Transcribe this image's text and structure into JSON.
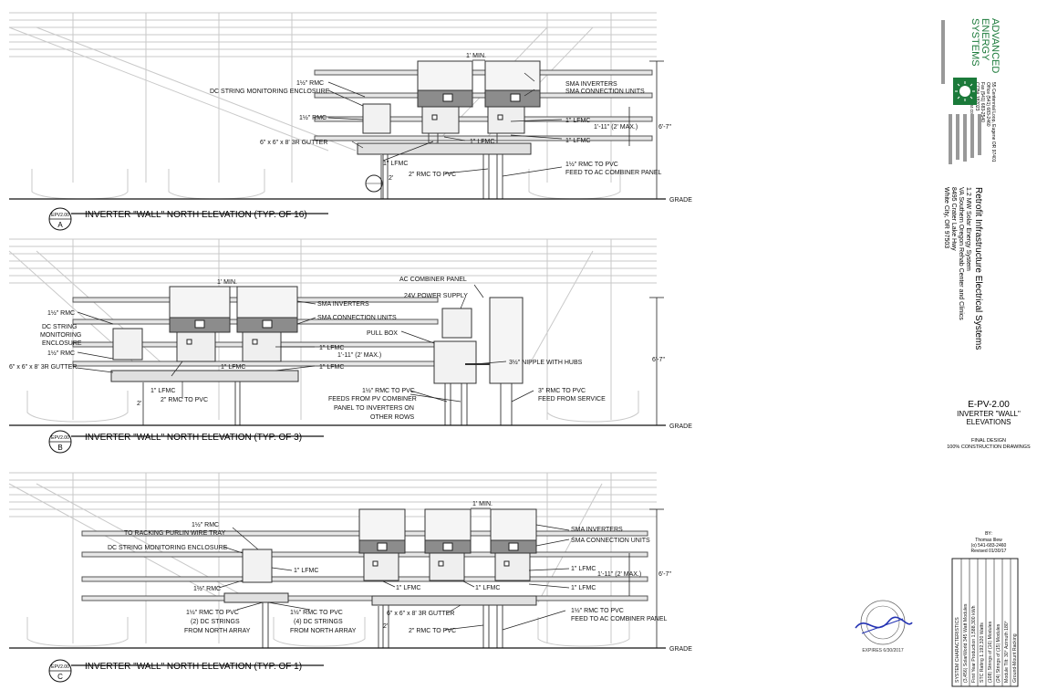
{
  "sheet": {
    "elevation_a": {
      "title": "INVERTER \"WALL\" NORTH ELEVATION (TYP. OF 16)",
      "sheet_ref": "EPV2.00",
      "letter": "A",
      "labels": {
        "min_clear": "1' MIN.",
        "rmc_top": "1½\" RMC",
        "dc_enclosure": "DC STRING MONITORING ENCLOSURE",
        "rmc_mid": "1½\" RMC",
        "gutter": "6\" x 6\" x 8' 3R GUTTER",
        "lfmc_low": "1\" LFMC",
        "rmc_pvc_2in": "2\" RMC TO PVC",
        "sma_inverters": "SMA INVERTERS",
        "sma_units": "SMA CONNECTION UNITS",
        "lfmc_r1": "1\" LFMC",
        "lfmc_r2": "1\" LFMC",
        "lfmc_mid": "1\" LFMC",
        "rmc_pvc_r": "1½\" RMC TO PVC",
        "feed_ac": "FEED TO AC COMBINER PANEL",
        "dim_max": "1'-11\" (2' MAX.)",
        "dim_height": "6'-7\"",
        "dim_2ft": "2'",
        "grade": "GRADE"
      }
    },
    "elevation_b": {
      "title": "INVERTER \"WALL\" NORTH ELEVATION (TYP. OF 3)",
      "sheet_ref": "EPV2.00",
      "letter": "B",
      "labels": {
        "min_clear": "1' MIN.",
        "rmc_top": "1½\" RMC",
        "dc_enclosure_1": "DC STRING",
        "dc_enclosure_2": "MONITORING",
        "dc_enclosure_3": "ENCLOSURE",
        "rmc_mid": "1½\" RMC",
        "gutter": "6\" x 6\" x 8' 3R GUTTER",
        "lfmc_low": "1\" LFMC",
        "rmc_pvc_2in": "2\" RMC TO PVC",
        "sma_inverters": "SMA INVERTERS",
        "sma_units": "SMA CONNECTION UNITS",
        "pull_box": "PULL BOX",
        "lfmc_r1": "1\" LFMC",
        "dim_max": "1'-11\" (2' MAX.)",
        "lfmc_r2": "1\" LFMC",
        "ac_panel": "AC COMBINER PANEL",
        "power_supply": "24V POWER SUPPLY",
        "nipple": "3½\" NIPPLE WITH HUBS",
        "rmc_pvc_mid": "1½\" RMC TO PVC",
        "feeds_1": "FEEDS FROM PV COMBINER",
        "feeds_2": "PANEL TO INVERTERS ON",
        "feeds_3": "OTHER ROWS",
        "rmc_3in": "3\" RMC TO PVC",
        "feed_service": "FEED FROM SERVICE",
        "dim_height": "6'-7\"",
        "dim_2ft": "2'",
        "grade": "GRADE"
      }
    },
    "elevation_c": {
      "title": "INVERTER \"WALL\" NORTH ELEVATION (TYP. OF 1)",
      "sheet_ref": "EPV2.00",
      "letter": "C",
      "labels": {
        "min_clear": "1' MIN.",
        "rmc_top_1": "1½\" RMC",
        "rmc_top_2": "TO RACKING PURLIN WIRE TRAY",
        "dc_enclosure": "DC STRING MONITORING ENCLOSURE",
        "lfmc_left": "1\" LFMC",
        "rmc_mid": "1½\" RMC",
        "lfmc_mid1": "1\" LFMC",
        "lfmc_mid2": "1\" LFMC",
        "sma_inverters": "SMA INVERTERS",
        "sma_units": "SMA CONNECTION UNITS",
        "lfmc_r1": "1\" LFMC",
        "lfmc_r2": "1\" LFMC",
        "dim_max": "1'-11\" (2' MAX.)",
        "dim_height": "6'-7\"",
        "gutter": "6\" x 6\" x 8' 3R GUTTER",
        "rmc_pvc_l1": "1½\" RMC TO PVC",
        "rmc_pvc_l2": "(2) DC STRINGS",
        "rmc_pvc_l3": "FROM NORTH ARRAY",
        "rmc_pvc_m1": "1½\" RMC TO PVC",
        "rmc_pvc_m2": "(4) DC STRINGS",
        "rmc_pvc_m3": "FROM NORTH ARRAY",
        "rmc_pvc_r": "1½\" RMC TO PVC",
        "feed_ac": "FEED TO AC COMBINER PANEL",
        "rmc_pvc_2in": "2\" RMC TO PVC",
        "dim_2ft": "2'",
        "grade": "GRADE"
      }
    }
  },
  "title_block": {
    "company_line1": "ADVANCED",
    "company_line2": "ENERGY",
    "company_line3": "SYSTEMS",
    "address_1": "55 Centennial Loop, Eugene OR 97401",
    "address_2": "Office (541) 683-2460",
    "address_3": "Fax (541) 683-2540",
    "address_4": "CCB# 182023",
    "address_5": "www.aesolar.com",
    "project_title": "Retrofit Infrastructure Electrical Systems",
    "project_1": "1.2 MW Solar Energy System",
    "project_2": "VA Southern Oregon Rehab Center and Clinics",
    "project_3": "8495 Crater Lake Hwy",
    "project_4": "White City, OR 97503",
    "sheet_number": "E-PV-2.00",
    "sheet_name_1": "INVERTER \"WALL\"",
    "sheet_name_2": "ELEVATIONS",
    "final_design": "FINAL DESIGN",
    "construction": "100% CONSTRUCTION DRAWINGS",
    "by": "BY:",
    "drawn_by": "Thomas Illew",
    "phone": "(o) 541-683-2460",
    "revised": "Revised 01/30/17",
    "system_heading": "SYSTEM CHARACTERISTICS",
    "sys_1": "(3,456) SolarWorld 345 Watt Modules",
    "sys_2": "First Year Production 1,588,300 kWh",
    "sys_3": "STC Rating 1.192,320 Watts",
    "sys_4": "(108) Strings of (16) Modules",
    "sys_5": "(24) Strings of (15) Modules",
    "sys_6": "Module Tilt: 30° Azimuth 180°",
    "sys_7": "Ground-Mount Racking",
    "stamp_expires": "EXPIRES 6/30/2017"
  }
}
